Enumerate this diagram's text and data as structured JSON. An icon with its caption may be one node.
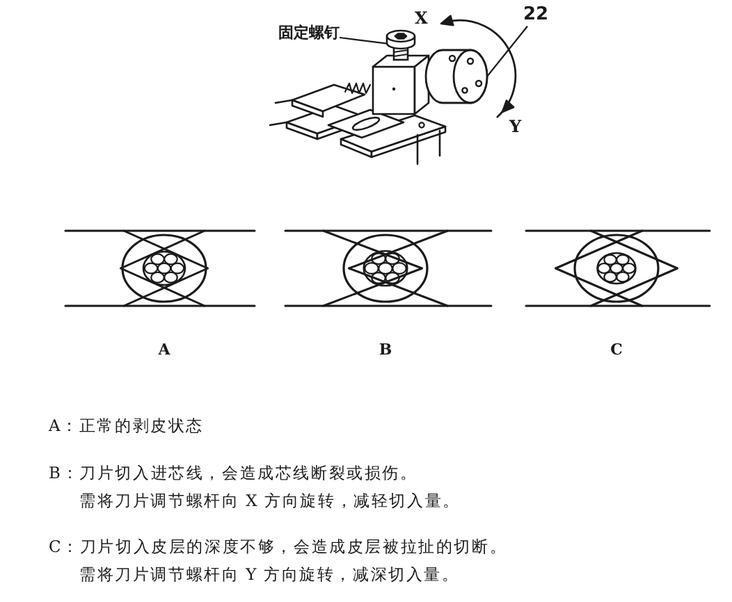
{
  "diagram": {
    "nodes": [
      {
        "text": [
          "固定螺钉"
        ]
      },
      {
        "text": [],
        "shape": "picture"
      },
      {
        "text": [
          "22"
        ]
      },
      {
        "text": [],
        "shape": "picture"
      }
    ],
    "edges": [
      {
        "from": 0,
        "to": 1,
        "arrow": "none"
      },
      {
        "from": 2,
        "to": 3,
        "arrow": "none"
      }
    ],
    "labels": [
      "X",
      "Y",
      "A",
      "B",
      "C",
      "A：正常的剥皮状态",
      "B：刀片切入进芯线，会造成芯线断裂或损伤。",
      "需将刀片调节螺杆向 X 方向旋转，减轻切入量。",
      "C：刀片切入皮层的深度不够，会造成皮层被拉扯的切断。",
      "需将刀片调节螺杆向 Y 方向旋转，减深切入量。"
    ]
  }
}
